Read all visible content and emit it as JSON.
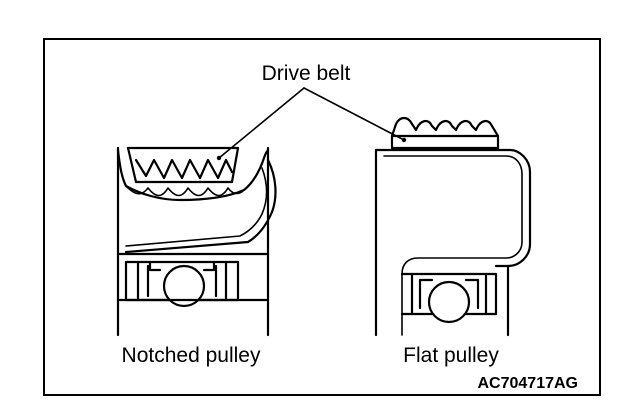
{
  "labels": {
    "drive_belt": "Drive belt",
    "notched_pulley": "Notched pulley",
    "flat_pulley": "Flat pulley",
    "figure_code": "AC704717AG"
  }
}
